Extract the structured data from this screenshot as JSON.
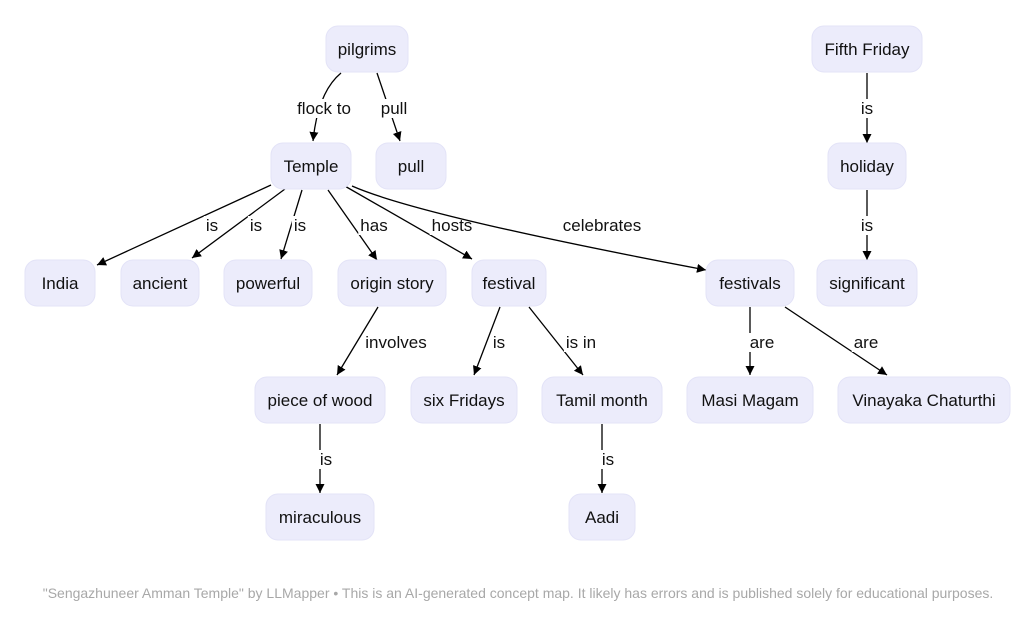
{
  "diagram": {
    "nodes": {
      "pilgrims": "pilgrims",
      "temple": "Temple",
      "pull": "pull",
      "fifth_friday": "Fifth Friday",
      "holiday": "holiday",
      "india": "India",
      "ancient": "ancient",
      "powerful": "powerful",
      "origin_story": "origin story",
      "festival": "festival",
      "festivals": "festivals",
      "significant": "significant",
      "piece_of_wood": "piece of wood",
      "six_fridays": "six Fridays",
      "tamil_month": "Tamil month",
      "masi_magam": "Masi Magam",
      "vinayaka_chaturthi": "Vinayaka Chaturthi",
      "miraculous": "miraculous",
      "aadi": "Aadi"
    },
    "edges": [
      {
        "from": "pilgrims",
        "to": "temple",
        "label": "flock to"
      },
      {
        "from": "pilgrims",
        "to": "pull",
        "label": "pull"
      },
      {
        "from": "fifth_friday",
        "to": "holiday",
        "label": "is"
      },
      {
        "from": "holiday",
        "to": "significant",
        "label": "is"
      },
      {
        "from": "temple",
        "to": "india",
        "label": "is"
      },
      {
        "from": "temple",
        "to": "ancient",
        "label": "is"
      },
      {
        "from": "temple",
        "to": "powerful",
        "label": "is"
      },
      {
        "from": "temple",
        "to": "origin_story",
        "label": "has"
      },
      {
        "from": "temple",
        "to": "festival",
        "label": "hosts"
      },
      {
        "from": "temple",
        "to": "festivals",
        "label": "celebrates"
      },
      {
        "from": "origin_story",
        "to": "piece_of_wood",
        "label": "involves"
      },
      {
        "from": "festival",
        "to": "six_fridays",
        "label": "is"
      },
      {
        "from": "festival",
        "to": "tamil_month",
        "label": "is in"
      },
      {
        "from": "festivals",
        "to": "masi_magam",
        "label": "are"
      },
      {
        "from": "festivals",
        "to": "vinayaka_chaturthi",
        "label": "are"
      },
      {
        "from": "piece_of_wood",
        "to": "miraculous",
        "label": "is"
      },
      {
        "from": "tamil_month",
        "to": "aadi",
        "label": "is"
      }
    ]
  },
  "footer": {
    "text": "\"Sengazhuneer Amman Temple\" by LLMapper • This is an AI-generated concept map. It likely has errors and is published solely for educational purposes."
  }
}
